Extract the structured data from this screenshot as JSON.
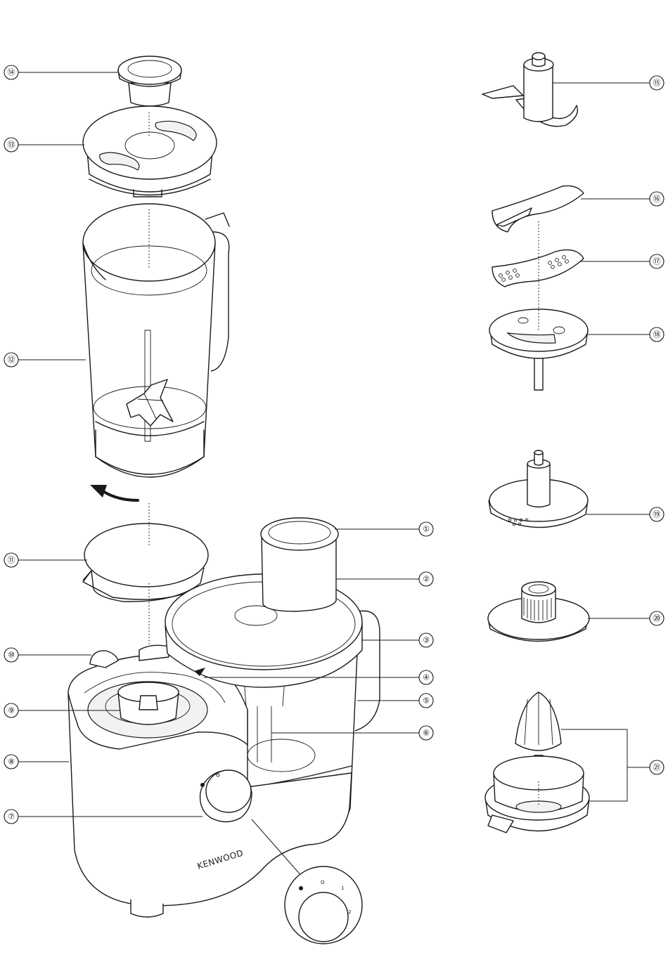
{
  "brand": "KENWOOD",
  "dial": {
    "off": "O",
    "speed1": "1",
    "speed2": "2"
  },
  "callouts": [
    {
      "id": "c1",
      "label": "①"
    },
    {
      "id": "c2",
      "label": "②"
    },
    {
      "id": "c3",
      "label": "③"
    },
    {
      "id": "c4",
      "label": "④"
    },
    {
      "id": "c5",
      "label": "⑤"
    },
    {
      "id": "c6",
      "label": "⑥"
    },
    {
      "id": "c7",
      "label": "⑦"
    },
    {
      "id": "c8",
      "label": "⑧"
    },
    {
      "id": "c9",
      "label": "⑨"
    },
    {
      "id": "c10",
      "label": "⑩"
    },
    {
      "id": "c11",
      "label": "⑪"
    },
    {
      "id": "c12",
      "label": "⑫"
    },
    {
      "id": "c13",
      "label": "⑬"
    },
    {
      "id": "c14",
      "label": "⑭"
    },
    {
      "id": "c15",
      "label": "⑮"
    },
    {
      "id": "c16",
      "label": "⑯"
    },
    {
      "id": "c17",
      "label": "⑰"
    },
    {
      "id": "c18",
      "label": "⑱"
    },
    {
      "id": "c19",
      "label": "⑲"
    },
    {
      "id": "c20",
      "label": "⑳"
    },
    {
      "id": "c21",
      "label": "㉑"
    }
  ]
}
